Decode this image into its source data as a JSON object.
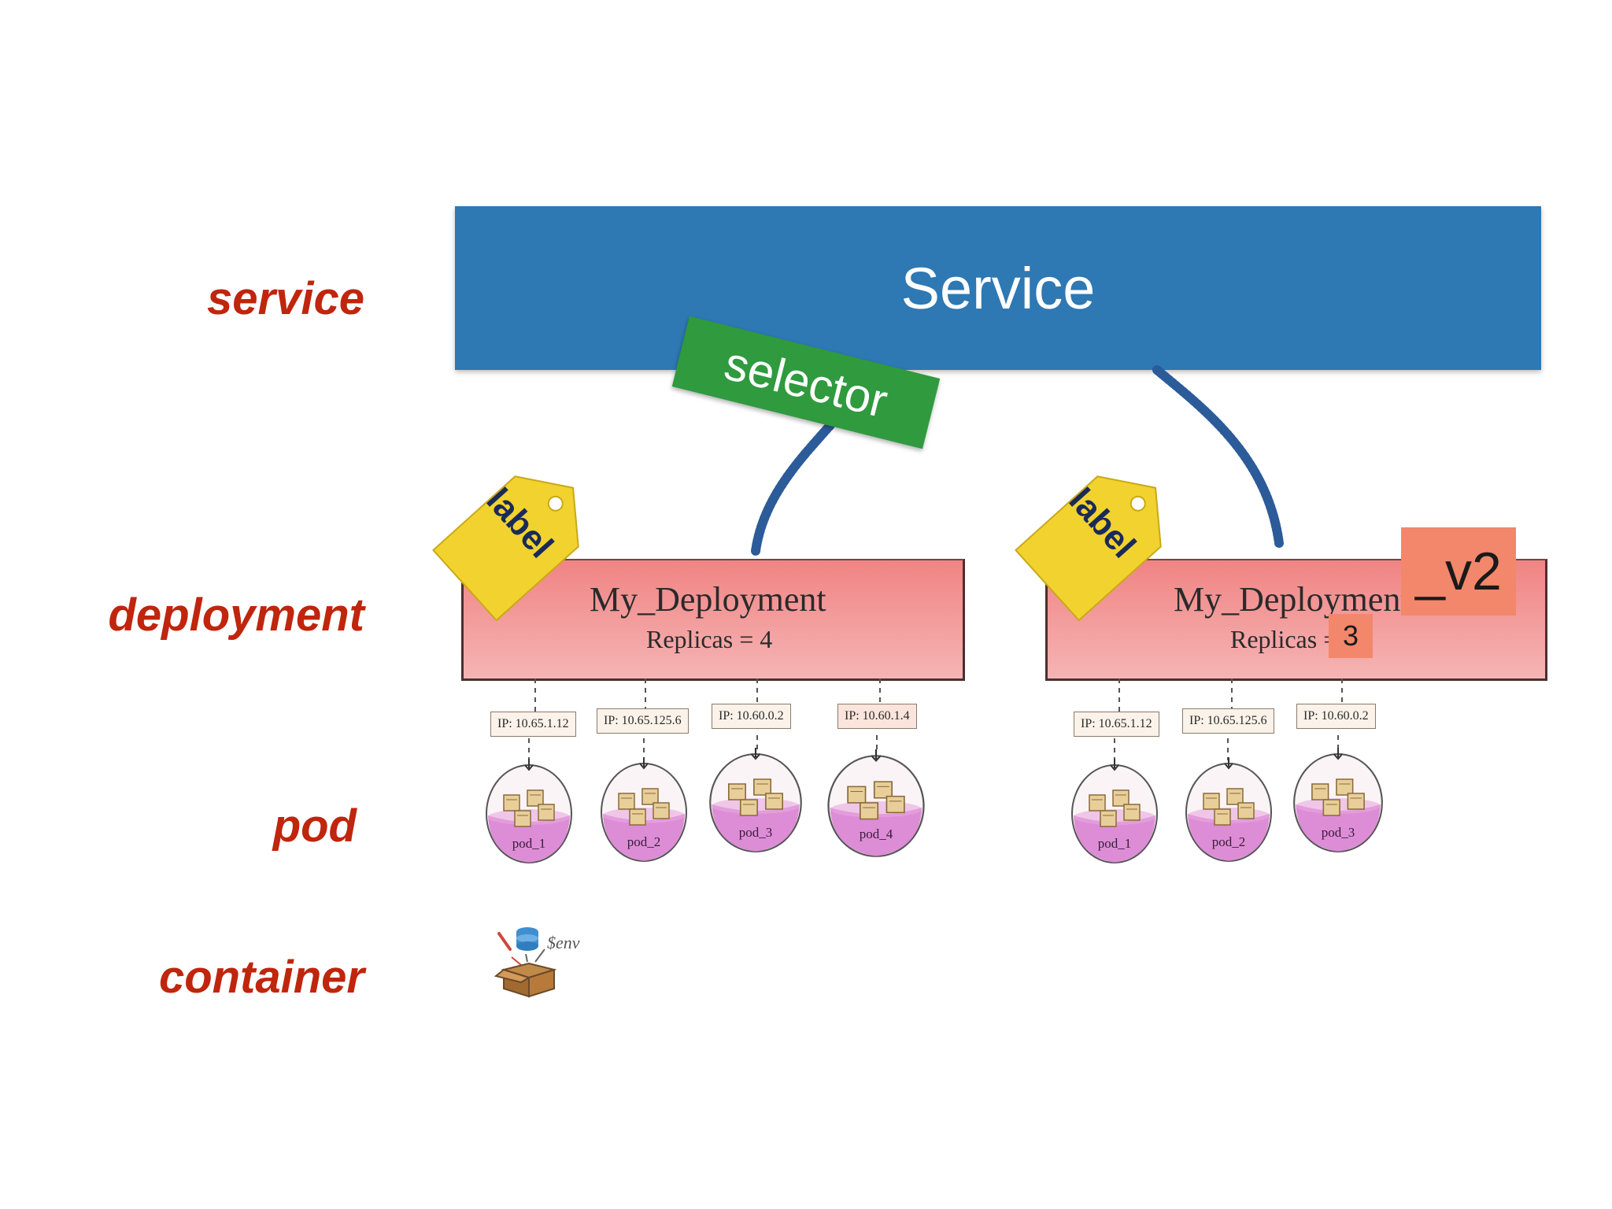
{
  "layers": {
    "service": "service",
    "deployment": "deployment",
    "pod": "pod",
    "container": "container"
  },
  "service": {
    "title": "Service"
  },
  "selector": {
    "label": "selector"
  },
  "tags": {
    "left": "label",
    "right": "label"
  },
  "deployments": [
    {
      "name": "My_Deployment",
      "replicas_text": "Replicas = 4",
      "pods": [
        {
          "ip": "IP: 10.65.1.12",
          "name": "pod_1"
        },
        {
          "ip": "IP: 10.65.125.6",
          "name": "pod_2"
        },
        {
          "ip": "IP: 10.60.0.2",
          "name": "pod_3"
        },
        {
          "ip": "IP: 10.60.1.4",
          "name": "pod_4"
        }
      ]
    },
    {
      "name": "My_Deployment",
      "name_suffix": "_v2",
      "replicas_text": "Replicas =",
      "replicas_value": "3",
      "pods": [
        {
          "ip": "IP: 10.65.1.12",
          "name": "pod_1"
        },
        {
          "ip": "IP: 10.65.125.6",
          "name": "pod_2"
        },
        {
          "ip": "IP: 10.60.0.2",
          "name": "pod_3"
        }
      ]
    }
  ],
  "container": {
    "env_label": "$env"
  },
  "colors": {
    "layer_label": "#c0250d",
    "service": "#2e78b3",
    "selector": "#2f9a3e",
    "tag": "#f2d22e",
    "highlight": "#f3876b",
    "connector": "#2c5b99",
    "pod_fill": "#d77ad0"
  }
}
